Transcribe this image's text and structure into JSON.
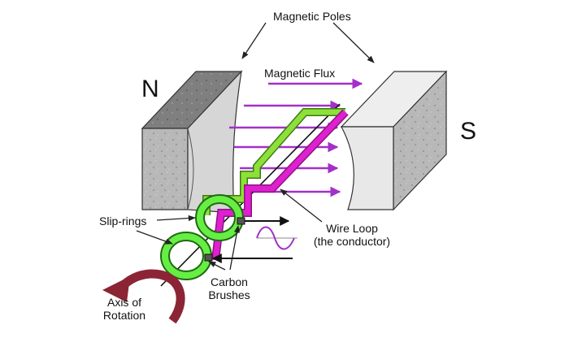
{
  "labels": {
    "magnetic_poles": "Magnetic Poles",
    "magnetic_flux": "Magnetic Flux",
    "north": "N",
    "south": "S",
    "slip_rings": "Slip-rings",
    "wire_loop_line1": "Wire Loop",
    "wire_loop_line2": "(the conductor)",
    "carbon_line1": "Carbon",
    "carbon_line2": "Brushes",
    "axis_line1": "Axis of",
    "axis_line2": "Rotation"
  },
  "colors": {
    "flux_arrow": "#a330c8",
    "wire_green": "#8de03a",
    "wire_magenta": "#e020d0",
    "slip_ring": "#66ee44",
    "rotation_arrow": "#8b2535",
    "magnet_face": "#b9b9b9",
    "magnet_top": "#7d7d7d"
  },
  "icons": [
    "sine-wave-icon",
    "rotation-arrow-icon"
  ]
}
